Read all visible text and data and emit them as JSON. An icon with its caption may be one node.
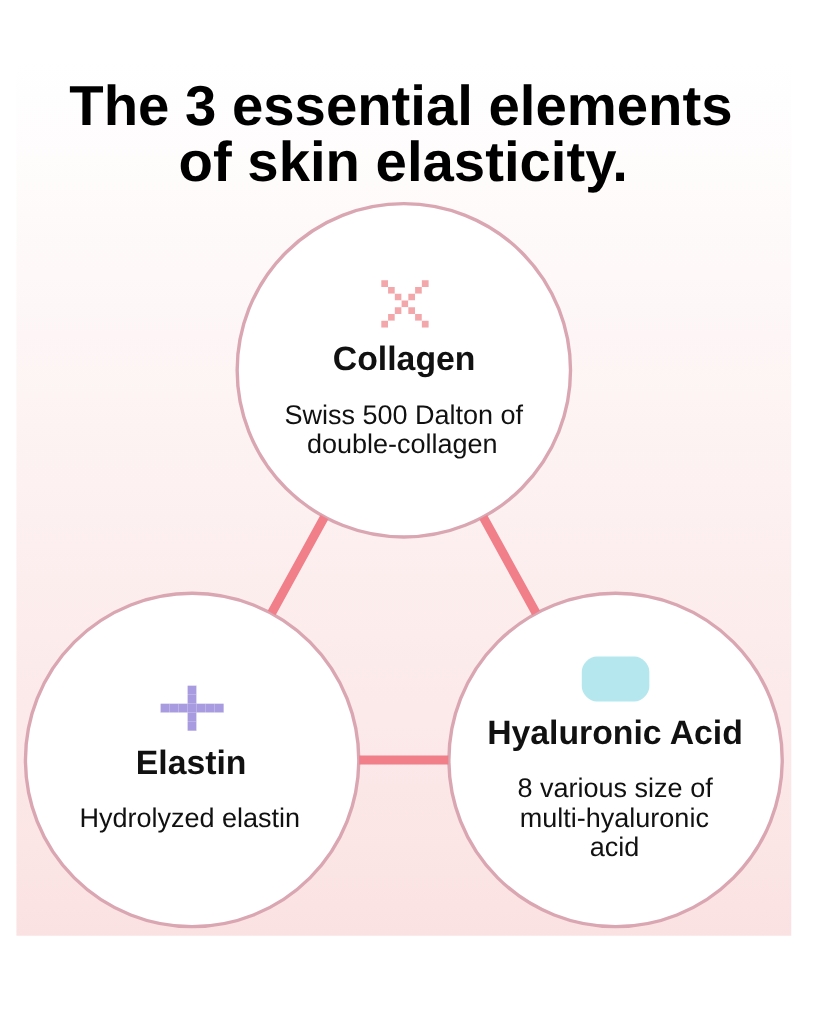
{
  "diagram": {
    "title": "The 3 essential elements of skin elasticity.",
    "nodes": [
      {
        "text": [
          "Collagen",
          "Swiss 500 Dalton of double-collagen"
        ]
      },
      {
        "text": [
          "Elastin",
          "Hydrolyzed elastin"
        ]
      },
      {
        "text": [
          "Hyaluronic Acid",
          "8 various size of multi-hyaluronic acid"
        ]
      }
    ],
    "edges": [
      {
        "from": 0,
        "to": 1,
        "arrow": "none"
      },
      {
        "from": 0,
        "to": 2,
        "arrow": "none"
      },
      {
        "from": 1,
        "to": 2,
        "arrow": "none"
      }
    ]
  }
}
